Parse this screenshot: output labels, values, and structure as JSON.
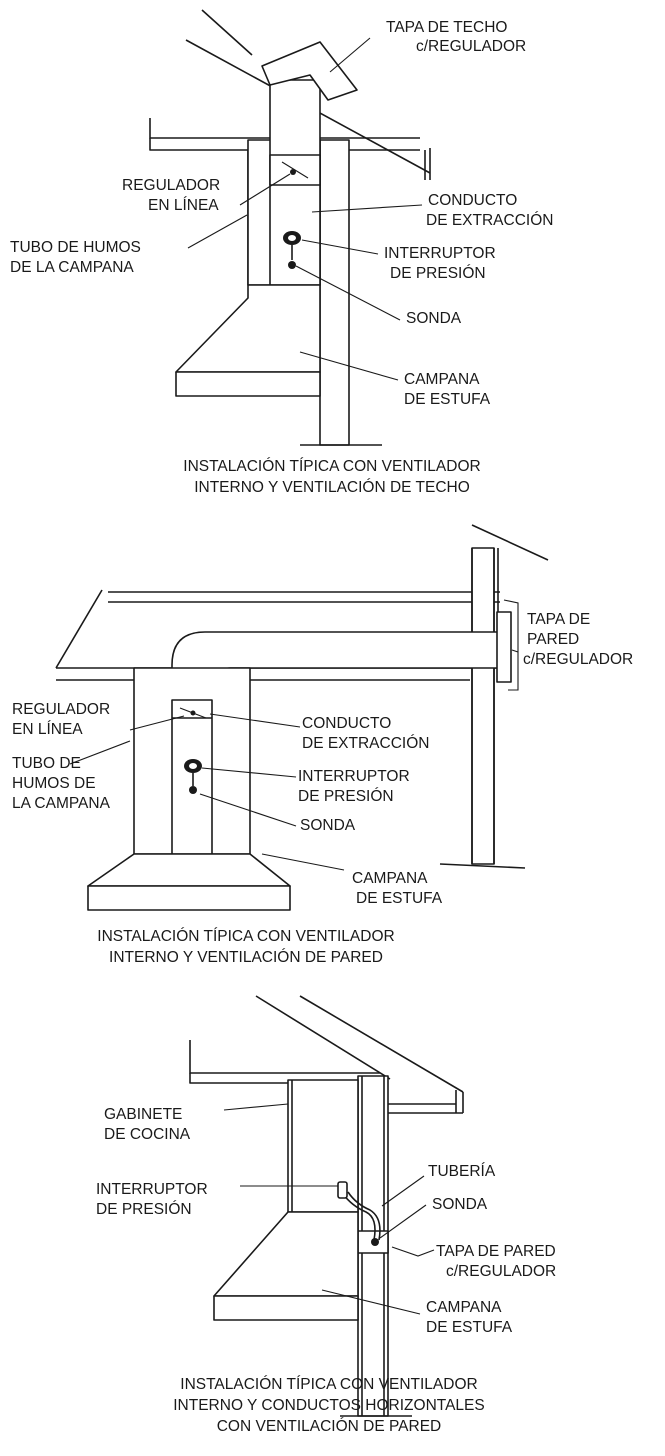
{
  "diagram_1": {
    "labels": {
      "roof_cap_1": "TAPA DE TECHO",
      "roof_cap_2": "c/REGULADOR",
      "inline_damper_1": "REGULADOR",
      "inline_damper_2": "EN LÍNEA",
      "exhaust_duct_1": "CONDUCTO",
      "exhaust_duct_2": "DE EXTRACCIÓN",
      "hood_flue_1": "TUBO DE HUMOS",
      "hood_flue_2": "DE LA CAMPANA",
      "pressure_switch_1": "INTERRUPTOR",
      "pressure_switch_2": "DE PRESIÓN",
      "probe": "SONDA",
      "range_hood_1": "CAMPANA",
      "range_hood_2": "DE ESTUFA"
    },
    "caption_1": "INSTALACIÓN TÍPICA CON VENTILADOR",
    "caption_2": "INTERNO Y VENTILACIÓN DE TECHO"
  },
  "diagram_2": {
    "labels": {
      "wall_cap_1": "TAPA DE",
      "wall_cap_2": "PARED",
      "wall_cap_3": "c/REGULADOR",
      "inline_damper_1": "REGULADOR",
      "inline_damper_2": "EN LÍNEA",
      "exhaust_duct_1": "CONDUCTO",
      "exhaust_duct_2": "DE EXTRACCIÓN",
      "hood_flue_1": "TUBO DE",
      "hood_flue_2": "HUMOS DE",
      "hood_flue_3": "LA CAMPANA",
      "pressure_switch_1": "INTERRUPTOR",
      "pressure_switch_2": "DE PRESIÓN",
      "probe": "SONDA",
      "range_hood_1": "CAMPANA",
      "range_hood_2": "DE ESTUFA"
    },
    "caption_1": "INSTALACIÓN TÍPICA CON VENTILADOR",
    "caption_2": "INTERNO Y VENTILACIÓN DE PARED"
  },
  "diagram_3": {
    "labels": {
      "cabinet_1": "GABINETE",
      "cabinet_2": "DE COCINA",
      "tubing": "TUBERÍA",
      "pressure_switch_1": "INTERRUPTOR",
      "pressure_switch_2": "DE PRESIÓN",
      "probe": "SONDA",
      "wall_cap_1": "TAPA DE PARED",
      "wall_cap_2": "c/REGULADOR",
      "range_hood_1": "CAMPANA",
      "range_hood_2": "DE ESTUFA"
    },
    "caption_1": "INSTALACIÓN TÍPICA CON VENTILADOR",
    "caption_2": "INTERNO Y CONDUCTOS HORIZONTALES",
    "caption_3": "CON VENTILACIÓN DE PARED"
  }
}
